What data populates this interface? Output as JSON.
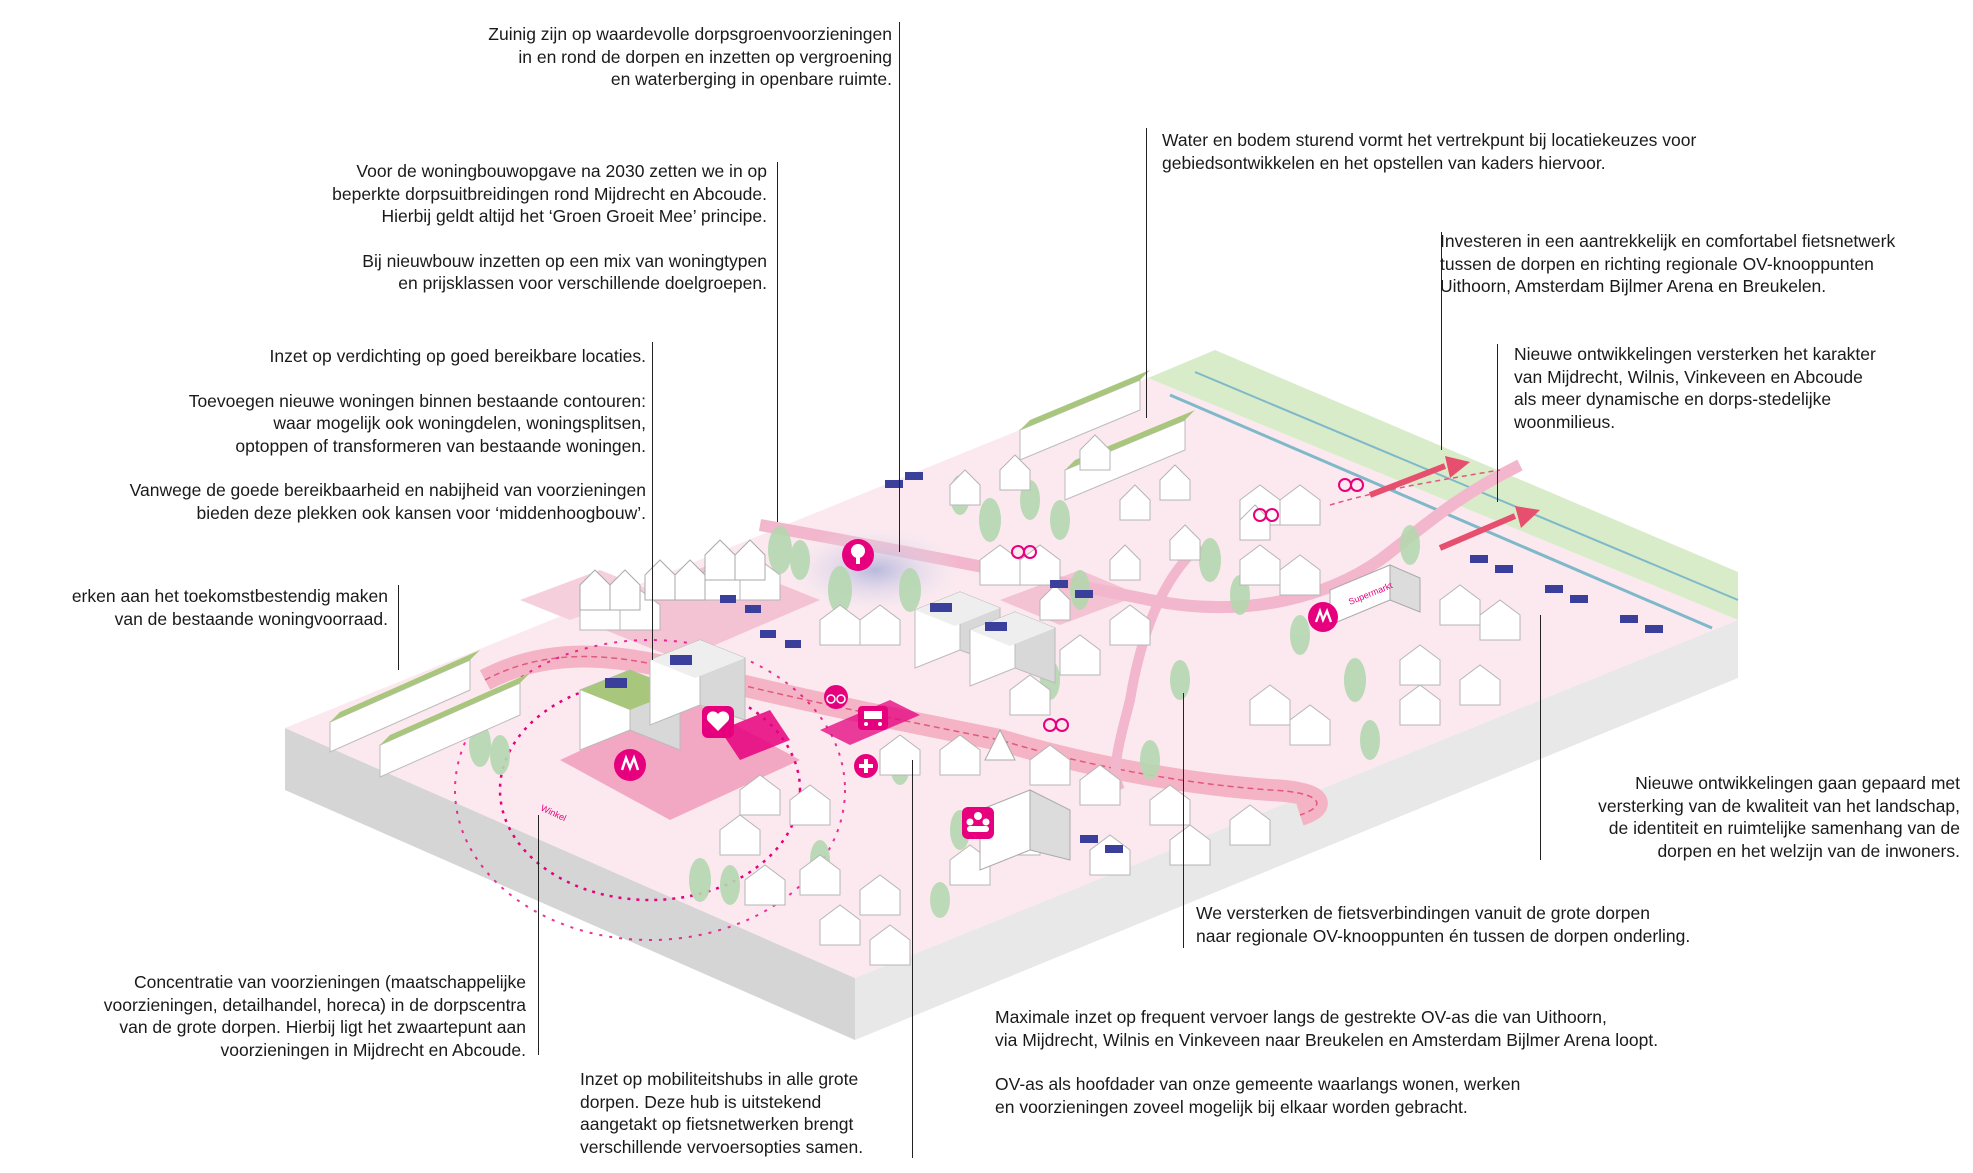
{
  "annotations": {
    "green": [
      "Zuinig zijn op waardevolle dorpsgroenvoorzieningen",
      "in en rond de dorpen en inzetten op vergroening",
      "en waterberging in openbare ruimte."
    ],
    "housing_2030": {
      "p1": [
        "Voor de woningbouwopgave na 2030 zetten we in op",
        "beperkte dorpsuitbreidingen rond Mijdrecht en Abcoude.",
        "Hierbij geldt altijd het ‘Groen Groeit Mee’ principe."
      ],
      "p2": [
        "Bij nieuwbouw inzetten op een mix van woningtypen",
        "en prijsklassen voor verschillende doelgroepen."
      ]
    },
    "densification": {
      "p1": [
        "Inzet op verdichting op goed bereikbare locaties."
      ],
      "p2": [
        "Toevoegen nieuwe woningen binnen bestaande contouren:",
        "waar mogelijk ook woningdelen, woningsplitsen,",
        "optoppen of transformeren van bestaande woningen."
      ],
      "p3": [
        "Vanwege de goede bereikbaarheid en nabijheid van voorzieningen",
        "bieden deze plekken ook kansen voor ‘middenhoogbouw’."
      ]
    },
    "future_proof": [
      "erken aan het toekomstbestendig maken",
      "van de bestaande woningvoorraad."
    ],
    "water_soil": [
      "Water en bodem sturend vormt het vertrekpunt bij locatiekeuzes voor",
      "gebiedsontwikkelen en het opstellen van kaders hiervoor."
    ],
    "cycling_invest": [
      "Investeren in een aantrekkelijk en comfortabel fietsnetwerk",
      "tussen de dorpen en richting regionale OV-knooppunten",
      "Uithoorn, Amsterdam Bijlmer Arena en Breukelen."
    ],
    "character": [
      "Nieuwe ontwikkelingen versterken het karakter",
      "van Mijdrecht, Wilnis, Vinkeveen en Abcoude",
      "als meer dynamische en dorps-stedelijke",
      "woonmilieus."
    ],
    "landscape": [
      "Nieuwe ontwikkelingen gaan gepaard met",
      "versterking van de kwaliteit van het landschap,",
      "de identiteit en ruimtelijke samenhang van de",
      "dorpen en het welzijn van de inwoners."
    ],
    "cycling_strengthen": [
      "We versterken de fietsverbindingen vanuit de grote dorpen",
      "naar regionale OV-knooppunten én tussen de dorpen onderling."
    ],
    "ov_axis": {
      "p1": [
        "Maximale inzet op frequent vervoer langs de gestrekte OV-as die van Uithoorn,",
        "via Mijdrecht, Wilnis en Vinkeveen naar Breukelen en Amsterdam Bijlmer Arena loopt."
      ],
      "p2": [
        "OV-as als hoofdader van onze gemeente waarlangs wonen, werken",
        "en voorzieningen zoveel mogelijk bij elkaar worden gebracht."
      ]
    },
    "concentration": [
      "Concentratie van voorzieningen (maatschappelijke",
      "voorzieningen, detailhandel, horeca)  in de dorpscentra",
      "van de grote dorpen. Hierbij ligt het zwaartepunt aan",
      "voorzieningen in Mijdrecht en Abcoude."
    ],
    "mobility_hubs": [
      "Inzet op mobiliteitshubs in alle grote",
      "dorpen. Deze hub is uitstekend",
      "aangetakt op fietsnetwerken brengt",
      "verschillende vervoersopties samen."
    ]
  },
  "map_labels": {
    "supermarket": "Supermarkt",
    "shop": "Winkel"
  },
  "colors": {
    "magenta": "#e6007e",
    "pink_light": "#f8dbe6",
    "pink_mid": "#f2b7cc",
    "green_roof": "#a9c77c",
    "tree": "#a6cfa6",
    "solar": "#3b3f9c",
    "house": "#ffffff",
    "house_shade": "#c9c9c9",
    "slab_side": "#dadada",
    "meadow": "#d9ecc9",
    "ditch": "#7fb9c9"
  },
  "icons": [
    "tree-icon",
    "heart-icon",
    "hands-icon",
    "bus-icon",
    "bike-icon",
    "people-icon",
    "plus-icon",
    "arrow-icon"
  ]
}
